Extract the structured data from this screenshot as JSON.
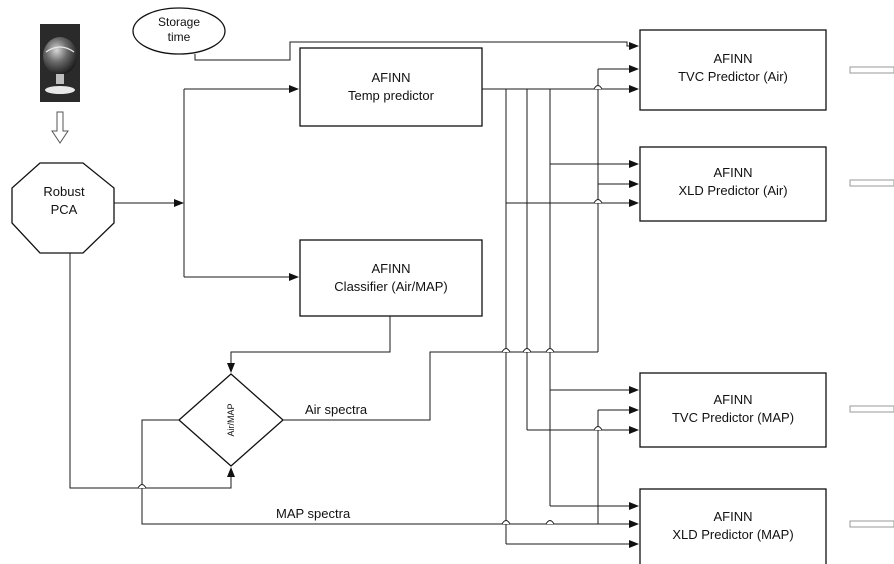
{
  "diagram": {
    "storage_time": [
      "Storage",
      "time"
    ],
    "robust_pca": [
      "Robust",
      "PCA"
    ],
    "temp_predictor": [
      "AFINN",
      "Temp predictor"
    ],
    "classifier": [
      "AFINN",
      "Classifier (Air/MAP)"
    ],
    "air_map_switch": "Air/MAP",
    "air_spectra": "Air spectra",
    "map_spectra": "MAP spectra",
    "tvc_air": [
      "AFINN",
      "TVC Predictor (Air)"
    ],
    "xld_air": [
      "AFINN",
      "XLD Predictor (Air)"
    ],
    "tvc_map": [
      "AFINN",
      "TVC Predictor (MAP)"
    ],
    "xld_map": [
      "AFINN",
      "XLD Predictor (MAP)"
    ],
    "colors": {
      "line": "#1a1a1a",
      "output_arrow": "#9a9a9a",
      "photo": "#2a2a2a"
    }
  }
}
